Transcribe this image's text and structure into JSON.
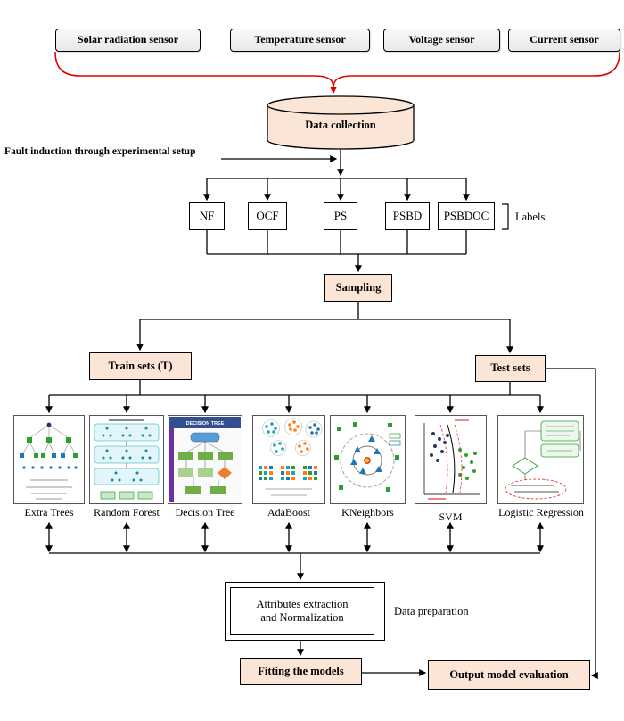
{
  "colors": {
    "peach": "#fbe5d6",
    "sensor_gray": "#efefef",
    "brace_red": "#ff0000",
    "line_black": "#000000"
  },
  "sensors": [
    {
      "label": "Solar radiation sensor"
    },
    {
      "label": "Temperature sensor"
    },
    {
      "label": "Voltage sensor"
    },
    {
      "label": "Current sensor"
    }
  ],
  "data_collection": {
    "label": "Data collection"
  },
  "fault_induction_label": "Fault induction through experimental setup",
  "fault_classes": {
    "items": [
      {
        "label": "NF"
      },
      {
        "label": "OCF"
      },
      {
        "label": "PS"
      },
      {
        "label": "PSBD"
      },
      {
        "label": "PSBDOC"
      }
    ],
    "bracket_label": "Labels"
  },
  "sampling": {
    "label": "Sampling"
  },
  "train_sets": {
    "label": "Train sets (T)"
  },
  "test_sets": {
    "label": "Test sets"
  },
  "models": [
    {
      "name": "Extra Trees"
    },
    {
      "name": "Random Forest"
    },
    {
      "name": "Decision Tree",
      "thumbnail_title": "DECISION TREE"
    },
    {
      "name": "AdaBoost"
    },
    {
      "name": "KNeighbors"
    },
    {
      "name": "SVM"
    },
    {
      "name": "Logistic Regression"
    }
  ],
  "data_preparation": {
    "box_label_line1": "Attributes extraction",
    "box_label_line2": "and Normalization",
    "side_label": "Data preparation"
  },
  "fitting_models": {
    "label": "Fitting the models"
  },
  "output_evaluation": {
    "label": "Output model evaluation"
  }
}
